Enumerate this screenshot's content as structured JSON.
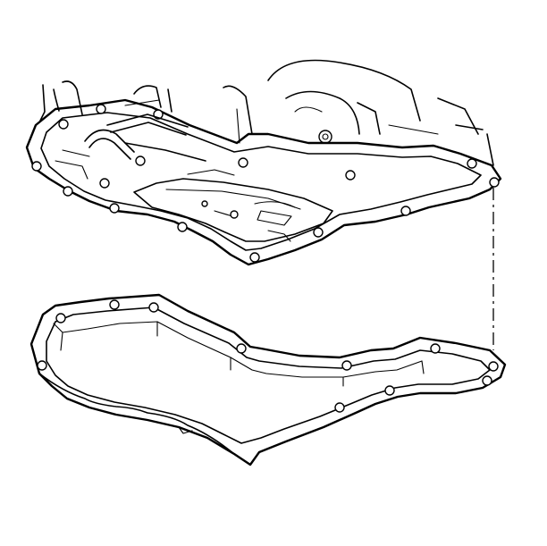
{
  "diagram": {
    "title": "",
    "colors": {
      "line": "#000000",
      "background": "#ffffff"
    },
    "parts": [
      "transmission-case",
      "oil-pan-rail",
      "valve-body",
      "oil-pan",
      "alignment-line"
    ]
  }
}
